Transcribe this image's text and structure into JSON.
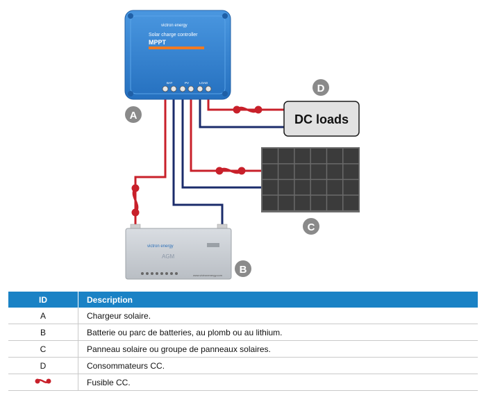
{
  "diagram": {
    "controller": {
      "brand": "victron energy",
      "subtitle": "Solar charge controller",
      "model": "MPPT",
      "terminals": [
        "BAT",
        "PV",
        "LOAD"
      ]
    },
    "battery": {
      "brand": "victron energy",
      "type": "AGM",
      "website": "www.victronenergy.com"
    },
    "loads_label": "DC loads",
    "markers": {
      "a": "A",
      "b": "B",
      "c": "C",
      "d": "D"
    },
    "colors": {
      "positive": "#c8202a",
      "negative": "#1b2c6b",
      "controller": "#2b7fd4",
      "marker": "#8a8a8a"
    }
  },
  "table": {
    "headers": [
      "ID",
      "Description"
    ],
    "rows": [
      {
        "id": "A",
        "description": "Chargeur solaire."
      },
      {
        "id": "B",
        "description": "Batterie ou parc de batteries, au plomb ou au lithium."
      },
      {
        "id": "C",
        "description": "Panneau solaire ou groupe de panneaux solaires."
      },
      {
        "id": "D",
        "description": "Consommateurs CC."
      },
      {
        "id": "",
        "icon": "fuse-icon",
        "description": "Fusible CC."
      }
    ]
  }
}
